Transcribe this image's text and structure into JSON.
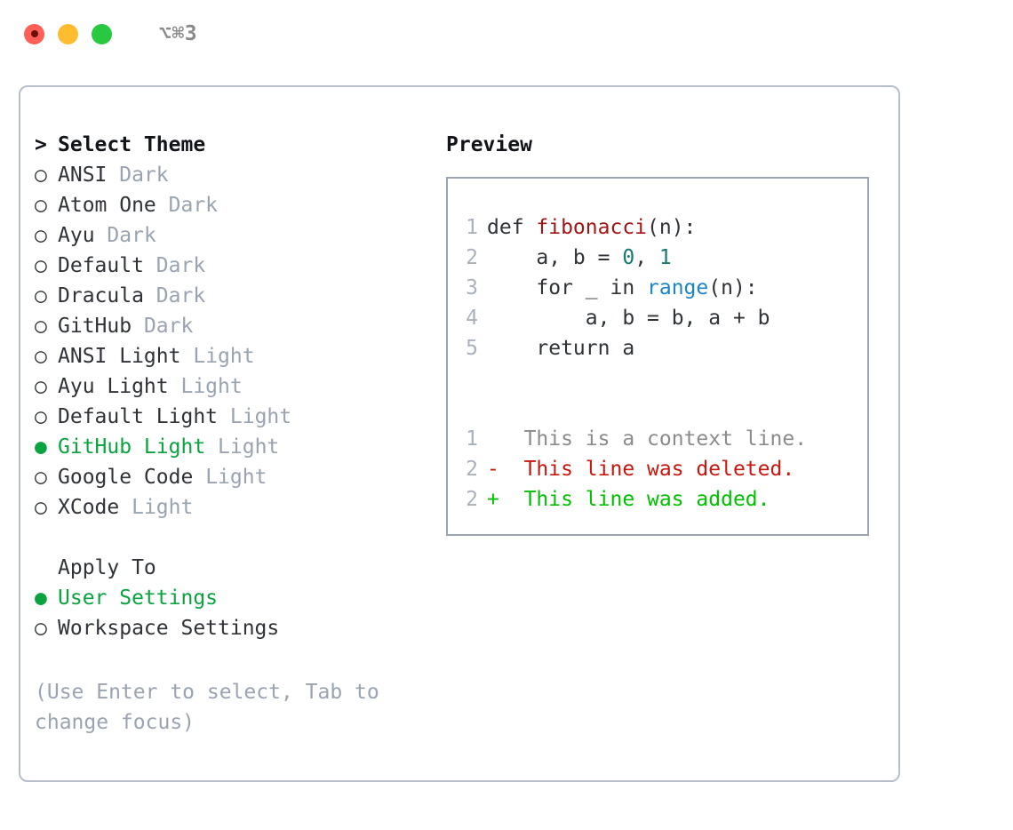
{
  "titlebar": {
    "shortcut": "⌥⌘3",
    "lights": [
      "close-red",
      "minimize-yellow",
      "zoom-green"
    ]
  },
  "theme_picker": {
    "heading": "Select Theme",
    "heading_marker": ">",
    "marker_selected": "●",
    "marker_unselected": "○",
    "items": [
      {
        "label": "ANSI",
        "suffix": "Dark",
        "selected": false
      },
      {
        "label": "Atom One",
        "suffix": "Dark",
        "selected": false
      },
      {
        "label": "Ayu",
        "suffix": "Dark",
        "selected": false
      },
      {
        "label": "Default",
        "suffix": "Dark",
        "selected": false
      },
      {
        "label": "Dracula",
        "suffix": "Dark",
        "selected": false
      },
      {
        "label": "GitHub",
        "suffix": "Dark",
        "selected": false
      },
      {
        "label": "ANSI Light",
        "suffix": "Light",
        "selected": false
      },
      {
        "label": "Ayu Light",
        "suffix": "Light",
        "selected": false
      },
      {
        "label": "Default Light",
        "suffix": "Light",
        "selected": false
      },
      {
        "label": "GitHub Light",
        "suffix": "Light",
        "selected": true
      },
      {
        "label": "Google Code",
        "suffix": "Light",
        "selected": false
      },
      {
        "label": "XCode",
        "suffix": "Light",
        "selected": false
      }
    ]
  },
  "apply_to": {
    "heading": "Apply To",
    "items": [
      {
        "label": "User Settings",
        "selected": true
      },
      {
        "label": "Workspace Settings",
        "selected": false
      }
    ]
  },
  "hint": "(Use Enter to select, Tab to\nchange focus)",
  "preview": {
    "title": "Preview",
    "code_lines": [
      {
        "lineno": "1",
        "tokens": [
          {
            "text": "def ",
            "type": "plain"
          },
          {
            "text": "fibonacci",
            "type": "fn"
          },
          {
            "text": "(n):",
            "type": "plain"
          }
        ]
      },
      {
        "lineno": "2",
        "tokens": [
          {
            "text": "    a, b = ",
            "type": "plain"
          },
          {
            "text": "0",
            "type": "num"
          },
          {
            "text": ", ",
            "type": "plain"
          },
          {
            "text": "1",
            "type": "num"
          }
        ]
      },
      {
        "lineno": "3",
        "tokens": [
          {
            "text": "    for _ in ",
            "type": "plain"
          },
          {
            "text": "range",
            "type": "call"
          },
          {
            "text": "(n):",
            "type": "plain"
          }
        ]
      },
      {
        "lineno": "4",
        "tokens": [
          {
            "text": "        a, b = b, a + b",
            "type": "plain"
          }
        ]
      },
      {
        "lineno": "5",
        "tokens": [
          {
            "text": "    return a",
            "type": "plain"
          }
        ]
      }
    ],
    "diff_lines": [
      {
        "lineno": "1",
        "sign": " ",
        "text": "This is a context line.",
        "kind": "ctx"
      },
      {
        "lineno": "2",
        "sign": "-",
        "text": "This line was deleted.",
        "kind": "del"
      },
      {
        "lineno": "2",
        "sign": "+",
        "text": "This line was added.",
        "kind": "add"
      }
    ]
  },
  "colors": {
    "accent_green": "#0aa33f",
    "muted": "#9aa3b0",
    "syntax_function": "#a31515",
    "syntax_number": "#147a6e",
    "syntax_call": "#1a85c7",
    "diff_deleted": "#c8170d",
    "diff_added": "#00c000",
    "border": "#b6bfcb"
  }
}
